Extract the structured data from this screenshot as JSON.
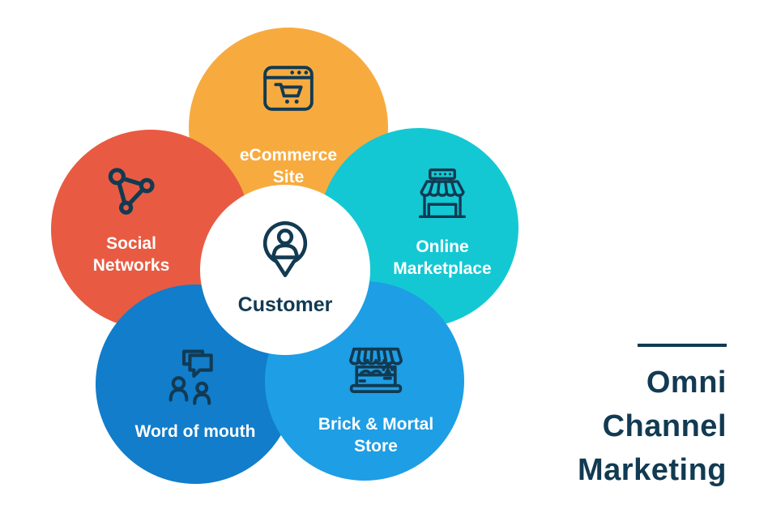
{
  "diagram": {
    "center": {
      "label": "Customer",
      "icon": "customer-pin-icon",
      "color": "#FFFFFF",
      "text_color": "#123A52"
    },
    "channels": [
      {
        "id": "ecommerce-site",
        "lines": [
          "eCommerce",
          "Site"
        ],
        "icon": "browser-cart-icon",
        "color": "#F7AB3F"
      },
      {
        "id": "social-networks",
        "lines": [
          "Social",
          "Networks"
        ],
        "icon": "share-network-icon",
        "color": "#E85B42"
      },
      {
        "id": "online-marketplace",
        "lines": [
          "Online",
          "Marketplace"
        ],
        "icon": "storefront-icon",
        "color": "#14C8D3"
      },
      {
        "id": "word-of-mouth",
        "lines": [
          "Word of mouth"
        ],
        "icon": "people-chat-icon",
        "color": "#117DCB"
      },
      {
        "id": "brick-mortal-store",
        "lines": [
          "Brick & Mortal",
          "Store"
        ],
        "icon": "market-stall-icon",
        "color": "#1E9EE4"
      }
    ]
  },
  "title": {
    "lines": [
      "Omni",
      "Channel",
      "Marketing"
    ]
  },
  "palette": {
    "navy": "#123A52",
    "background": "#FFFFFF"
  }
}
